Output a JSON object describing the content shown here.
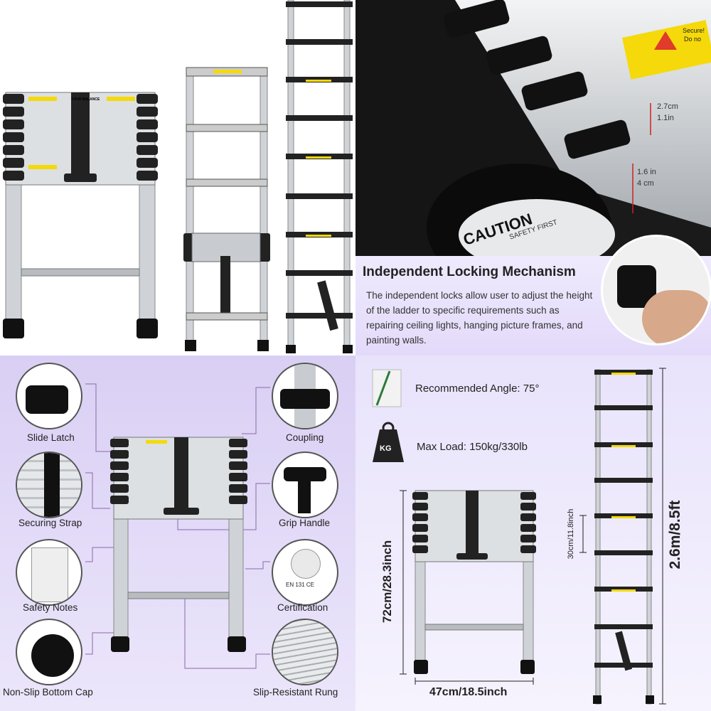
{
  "lock_panel": {
    "caution_label": "CAUTION",
    "safety_label": "SAFETY FIRST",
    "warning_text_1": "Secure!",
    "warning_text_2": "Do no",
    "measure_1a": "2.7cm",
    "measure_1b": "1.1in",
    "measure_2a": "1.6 in",
    "measure_2b": "4 cm",
    "title": "Independent Locking Mechanism",
    "description": "The independent locks allow user to adjust the height of the ladder to specific requirements such as repairing ceiling lights, hanging picture frames, and painting walls."
  },
  "ladder_panel": {
    "balance_label": "YOUR BALANCE"
  },
  "parts_panel": {
    "labels": {
      "slide_latch": "Slide Latch",
      "securing_strap": "Securing Strap",
      "safety_notes": "Safety Notes",
      "non_slip_bottom_cap": "Non-Slip Bottom Cap",
      "coupling": "Coupling",
      "grip_handle": "Grip Handle",
      "certification": "Certification",
      "slip_resistant_rung": "Slip-Resistant Rung"
    },
    "cert_text": "EN 131 CE"
  },
  "dims_panel": {
    "angle_label": "Recommended Angle: 75°",
    "load_icon_text": "KG",
    "load_label": "Max Load: 150kg/330lb",
    "height_closed": "72cm/28.3inch",
    "width": "47cm/18.5inch",
    "rung_spacing": "30cm/11.8inch",
    "height_extended": "2.6m/8.5ft"
  },
  "colors": {
    "accent_yellow": "#f5d90a",
    "lavender": "#e3dafa",
    "dark": "#1a1a1a",
    "line_purple": "#8a6aa8"
  }
}
